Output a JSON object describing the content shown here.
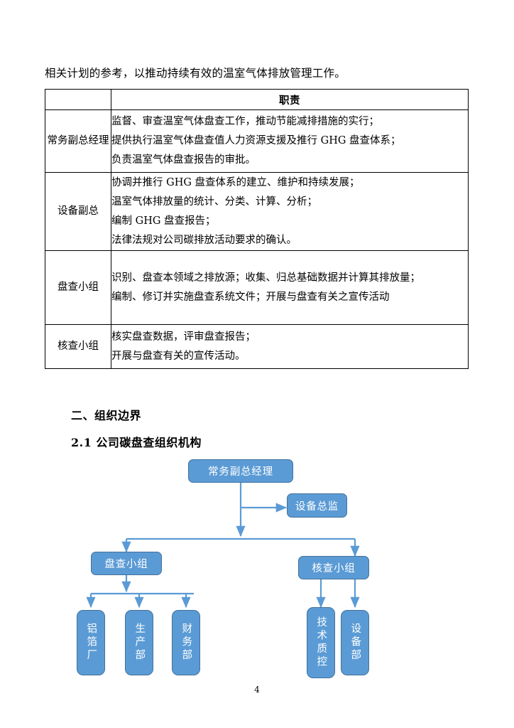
{
  "document": {
    "intro_paragraph": "相关计划的参考，以推动持续有效的温室气体排放管理工作。",
    "page_number": "4"
  },
  "responsibility_table": {
    "headers": [
      "",
      "职责"
    ],
    "rows": [
      {
        "role": "常务副总经理",
        "duties": [
          "监督、审查温室气体盘查工作，推动节能减排措施的实行；",
          "提供执行温室气体盘查值人力资源支援及推行 GHG 盘查体系；",
          "负责温室气体盘查报告的审批。"
        ]
      },
      {
        "role": "设备副总",
        "duties": [
          "协调并推行 GHG 盘查体系的建立、维护和持续发展；",
          "温室气体排放量的统计、分类、计算、分析；",
          "编制 GHG 盘查报告；",
          "法律法规对公司碳排放活动要求的确认。"
        ]
      },
      {
        "role": "盘查小组",
        "duties": [
          "识别、盘查本领域之排放源；收集、归总基础数据并计算其排放量；",
          "编制、修订并实施盘查系统文件；开展与盘查有关之宣传活动"
        ]
      },
      {
        "role": "核查小组",
        "duties": [
          "核实盘查数据，评审盘查报告；",
          "开展与盘查有关的宣传活动。"
        ]
      }
    ]
  },
  "headings": {
    "section": "二、组织边界",
    "subsection": "2.1 公司碳盘查组织机构"
  },
  "org_chart": {
    "colors": {
      "node_fill": "#5B9BD5",
      "node_border": "#41719C",
      "connector": "#5B9BD5",
      "node_text": "#FFFFFF"
    },
    "nodes": {
      "deputy_general_manager": "常务副总经理",
      "equipment_director": "设备总监",
      "inventory_team": "盘查小组",
      "verification_team": "核查小组",
      "aluminum_foil_plant": "铝箔厂",
      "production_dept": "生产部",
      "finance_dept": "财务部",
      "technical_quality_control": "技术质控",
      "equipment_dept": "设备部"
    }
  }
}
